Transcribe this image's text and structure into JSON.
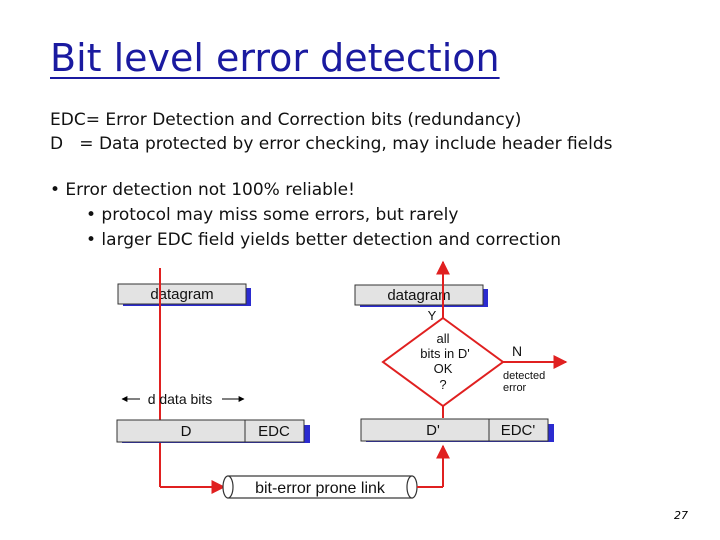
{
  "slide": {
    "title": "Bit level error detection",
    "defs": [
      "EDC= Error Detection and Correction bits (redundancy)",
      "D   = Data protected by error checking, may include header fields"
    ],
    "bullets": [
      "• Error detection not 100% reliable!",
      "• protocol may miss some errors, but rarely",
      "• larger EDC field yields better detection and correction"
    ],
    "page_number": "27"
  },
  "diagram": {
    "sender_datagram": "datagram",
    "receiver_datagram": "datagram",
    "d_data_bits": "d data bits",
    "sender_d": "D",
    "sender_edc": "EDC",
    "receiver_d": "D'",
    "receiver_edc": "EDC'",
    "link": "bit-error prone link",
    "decision": [
      "all",
      "bits in D'",
      "OK",
      "?"
    ],
    "yes": "Y",
    "no": "N",
    "detected_error": [
      "detected",
      "error"
    ],
    "colors": {
      "arrow": "#e02020",
      "box_fill": "#e3e3e3",
      "box_shadow": "#2b2bd0",
      "title": "#1a1aa0"
    }
  }
}
